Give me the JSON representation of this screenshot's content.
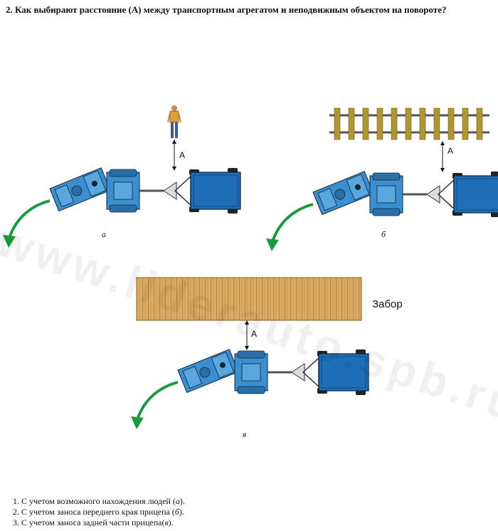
{
  "question": "2. Как выбирают расстояние (А) между транспортным агрегатом и неподвижным объектом на повороте?",
  "distance_label": "А",
  "fence_label": "Забор",
  "captions": {
    "a": "а",
    "b": "б",
    "v": "в"
  },
  "answers": [
    {
      "num": "1.",
      "pre": "С учетом возможного нахождения людей (",
      "ref": "а",
      "post": ")."
    },
    {
      "num": "2.",
      "pre": "С учетом заноса переднего края прицепа (",
      "ref": "б",
      "post": ")."
    },
    {
      "num": "3.",
      "pre": "С учетом заноса задней части прицепа(",
      "ref": "в",
      "post": ")."
    }
  ],
  "watermark": "www.liderauto.spb.ru",
  "colors": {
    "tractor": "#3a8fd0",
    "trailer": "#1f6fb8",
    "arrow": "#1a9a3a",
    "fence": "#c99a4f",
    "rail": "#a08a2a"
  }
}
